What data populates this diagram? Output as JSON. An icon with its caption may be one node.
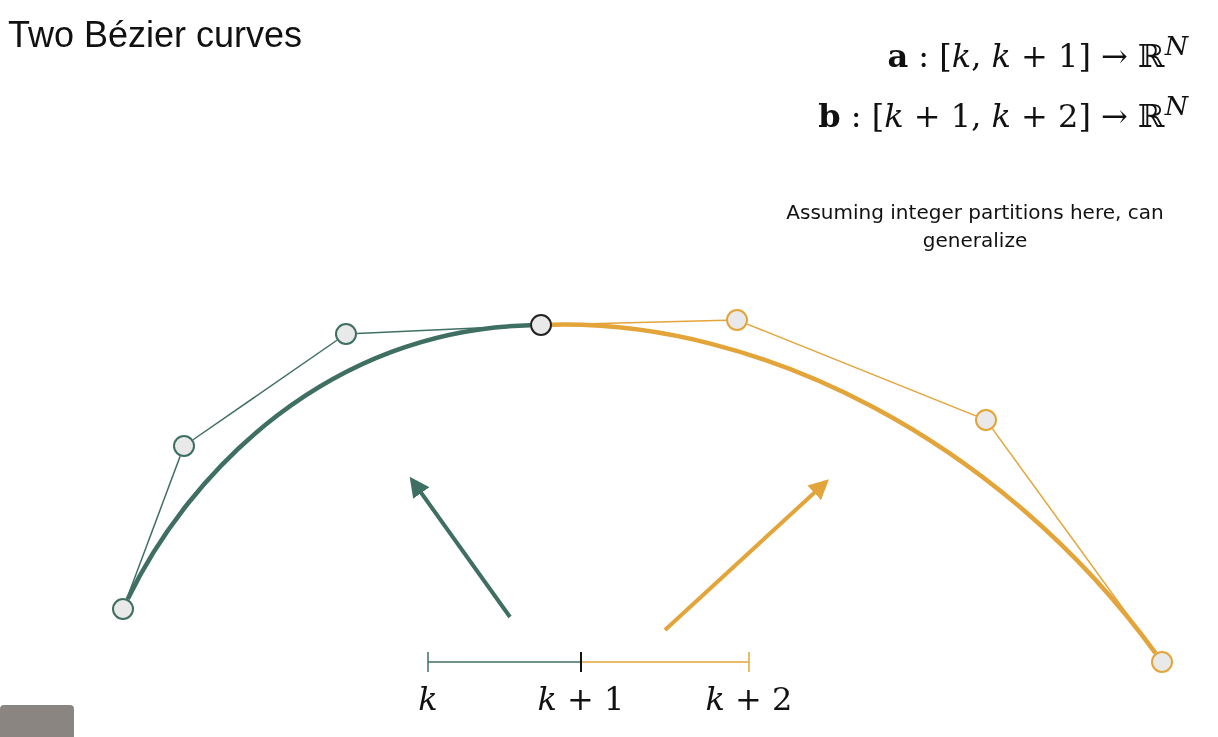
{
  "diagram": {
    "title": "Two Bézier curves",
    "nodes": [
      {
        "text": [],
        "shape": "circle"
      },
      {
        "text": [],
        "shape": "circle"
      },
      {
        "text": [],
        "shape": "circle"
      },
      {
        "text": [],
        "shape": "circle"
      },
      {
        "text": [],
        "shape": "circle"
      },
      {
        "text": [],
        "shape": "circle"
      },
      {
        "text": [],
        "shape": "circle"
      }
    ],
    "edges": [
      {
        "from": 0,
        "to": 1,
        "arrow": "none",
        "color": "#3f6e62"
      },
      {
        "from": 1,
        "to": 2,
        "arrow": "none",
        "color": "#3f6e62"
      },
      {
        "from": 2,
        "to": 3,
        "arrow": "none",
        "color": "#3f6e62"
      },
      {
        "from": 3,
        "to": 4,
        "arrow": "none",
        "color": "#e3a43a"
      },
      {
        "from": 4,
        "to": 5,
        "arrow": "none",
        "color": "#e3a43a"
      },
      {
        "from": 5,
        "to": 6,
        "arrow": "none",
        "color": "#e3a43a"
      },
      {
        "from": 0,
        "to": 3,
        "arrow": "none",
        "style": "thick",
        "color": "#3f6e62"
      },
      {
        "from": 3,
        "to": 6,
        "arrow": "none",
        "style": "thick",
        "color": "#e3a43a"
      }
    ],
    "labels": [
      "**a** : [*k*, *k* + 1] → ℝ$^{N}$",
      "**b** : [*k* + 1, *k* + 2] → ℝ$^{N}$",
      "Assuming integer partitions here, can generalize",
      "*k*",
      "*k* + 1",
      "*k* + 2"
    ]
  }
}
